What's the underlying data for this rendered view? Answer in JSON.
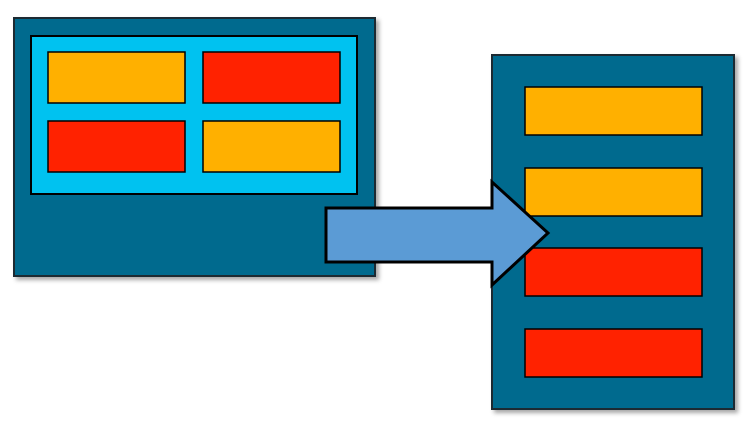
{
  "colors": {
    "background": "#ffffff",
    "panel": "#006a8e",
    "panel_border": "#1f2a33",
    "highlight_container": "#00c2f0",
    "orange_block": "#ffb000",
    "red_block": "#ff2200",
    "arrow_fill": "#5b9bd5",
    "stroke": "#000000"
  },
  "diagram": {
    "left_panel": {
      "blocks": [
        {
          "color": "orange"
        },
        {
          "color": "red"
        },
        {
          "color": "red"
        },
        {
          "color": "orange"
        }
      ]
    },
    "arrow": {
      "direction": "right"
    },
    "right_panel": {
      "blocks": [
        {
          "color": "orange"
        },
        {
          "color": "orange"
        },
        {
          "color": "red"
        },
        {
          "color": "red"
        }
      ]
    }
  }
}
